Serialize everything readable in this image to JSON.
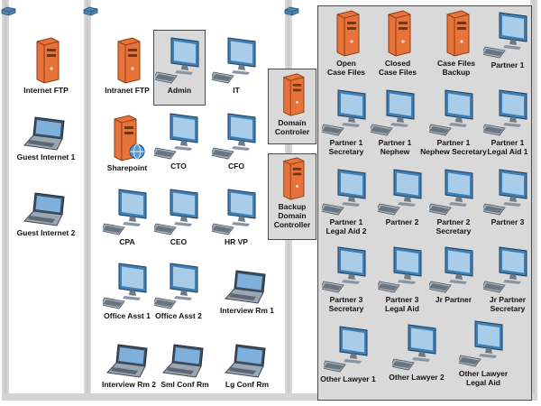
{
  "colors": {
    "server": "#e8733a",
    "monitor": "#3e7fb6",
    "frame": "#4a4a4a",
    "group_fill": "#d9d9d9",
    "bar": "#cfcfcf"
  },
  "segments": [
    {
      "id": "internet",
      "nodes": [
        {
          "key": "internet-ftp",
          "label": "Internet FTP",
          "icon": "server-icon"
        },
        {
          "key": "guest-internet-1",
          "label": "Guest Internet 1",
          "icon": "laptop-icon"
        },
        {
          "key": "guest-internet-2",
          "label": "Guest Internet 2",
          "icon": "laptop-icon"
        }
      ]
    },
    {
      "id": "office",
      "nodes": [
        {
          "key": "intranet-ftp",
          "label": "Intranet FTP",
          "icon": "server-icon"
        },
        {
          "key": "admin",
          "label": "Admin",
          "icon": "workstation-icon"
        },
        {
          "key": "it",
          "label": "IT",
          "icon": "workstation-icon"
        },
        {
          "key": "sharepoint",
          "label": "Sharepoint",
          "icon": "server-globe-icon"
        },
        {
          "key": "cto",
          "label": "CTO",
          "icon": "workstation-icon"
        },
        {
          "key": "cfo",
          "label": "CFO",
          "icon": "workstation-icon"
        },
        {
          "key": "cpa",
          "label": "CPA",
          "icon": "workstation-icon"
        },
        {
          "key": "ceo",
          "label": "CEO",
          "icon": "workstation-icon"
        },
        {
          "key": "hr-vp",
          "label": "HR VP",
          "icon": "workstation-icon"
        },
        {
          "key": "office-asst-1",
          "label": "Office Asst 1",
          "icon": "workstation-icon"
        },
        {
          "key": "office-asst-2",
          "label": "Office Asst 2",
          "icon": "workstation-icon"
        },
        {
          "key": "interview-rm-1",
          "label": "Interview Rm 1",
          "icon": "laptop-icon"
        },
        {
          "key": "interview-rm-2",
          "label": "Interview Rm 2",
          "icon": "laptop-icon"
        },
        {
          "key": "sml-conf-rm",
          "label": "Sml Conf Rm",
          "icon": "laptop-icon"
        },
        {
          "key": "lg-conf-rm",
          "label": "Lg Conf Rm",
          "icon": "laptop-icon"
        }
      ]
    },
    {
      "id": "domain",
      "nodes": [
        {
          "key": "domain-controler",
          "label": "Domain\nControler",
          "icon": "server-icon"
        },
        {
          "key": "backup-domain-controller",
          "label": "Backup\nDomain\nController",
          "icon": "server-icon"
        }
      ]
    },
    {
      "id": "legal",
      "nodes": [
        {
          "key": "open-case-files",
          "label": "Open\nCase Files",
          "icon": "server-icon"
        },
        {
          "key": "closed-case-files",
          "label": "Closed\nCase Files",
          "icon": "server-icon"
        },
        {
          "key": "case-files-backup",
          "label": "Case Files\nBackup",
          "icon": "server-icon"
        },
        {
          "key": "partner-1",
          "label": "Partner 1",
          "icon": "workstation-icon"
        },
        {
          "key": "partner-1-secretary",
          "label": "Partner 1\nSecretary",
          "icon": "workstation-icon"
        },
        {
          "key": "partner-1-nephew",
          "label": "Partner 1\nNephew",
          "icon": "workstation-icon"
        },
        {
          "key": "partner-1-nephew-secretary",
          "label": "Partner 1\nNephew Secretary",
          "icon": "workstation-icon"
        },
        {
          "key": "partner-1-legal-aid-1",
          "label": "Partner 1\nLegal Aid 1",
          "icon": "workstation-icon"
        },
        {
          "key": "partner-1-legal-aid-2",
          "label": "Partner 1\nLegal Aid 2",
          "icon": "workstation-icon"
        },
        {
          "key": "partner-2",
          "label": "Partner 2",
          "icon": "workstation-icon"
        },
        {
          "key": "partner-2-secretary",
          "label": "Partner 2\nSecretary",
          "icon": "workstation-icon"
        },
        {
          "key": "partner-3",
          "label": "Partner 3",
          "icon": "workstation-icon"
        },
        {
          "key": "partner-3-secretary",
          "label": "Partner 3\nSecretary",
          "icon": "workstation-icon"
        },
        {
          "key": "partner-3-legal-aid",
          "label": "Partner 3\nLegal Aid",
          "icon": "workstation-icon"
        },
        {
          "key": "jr-partner",
          "label": "Jr Partner",
          "icon": "workstation-icon"
        },
        {
          "key": "jr-partner-secretary",
          "label": "Jr Partner\nSecretary",
          "icon": "workstation-icon"
        },
        {
          "key": "other-lawyer-1",
          "label": "Other Lawyer 1",
          "icon": "workstation-icon"
        },
        {
          "key": "other-lawyer-2",
          "label": "Other Lawyer 2",
          "icon": "workstation-icon"
        },
        {
          "key": "other-lawyer-legal-aid",
          "label": "Other Lawyer\nLegal Aid",
          "icon": "workstation-icon"
        }
      ]
    }
  ]
}
